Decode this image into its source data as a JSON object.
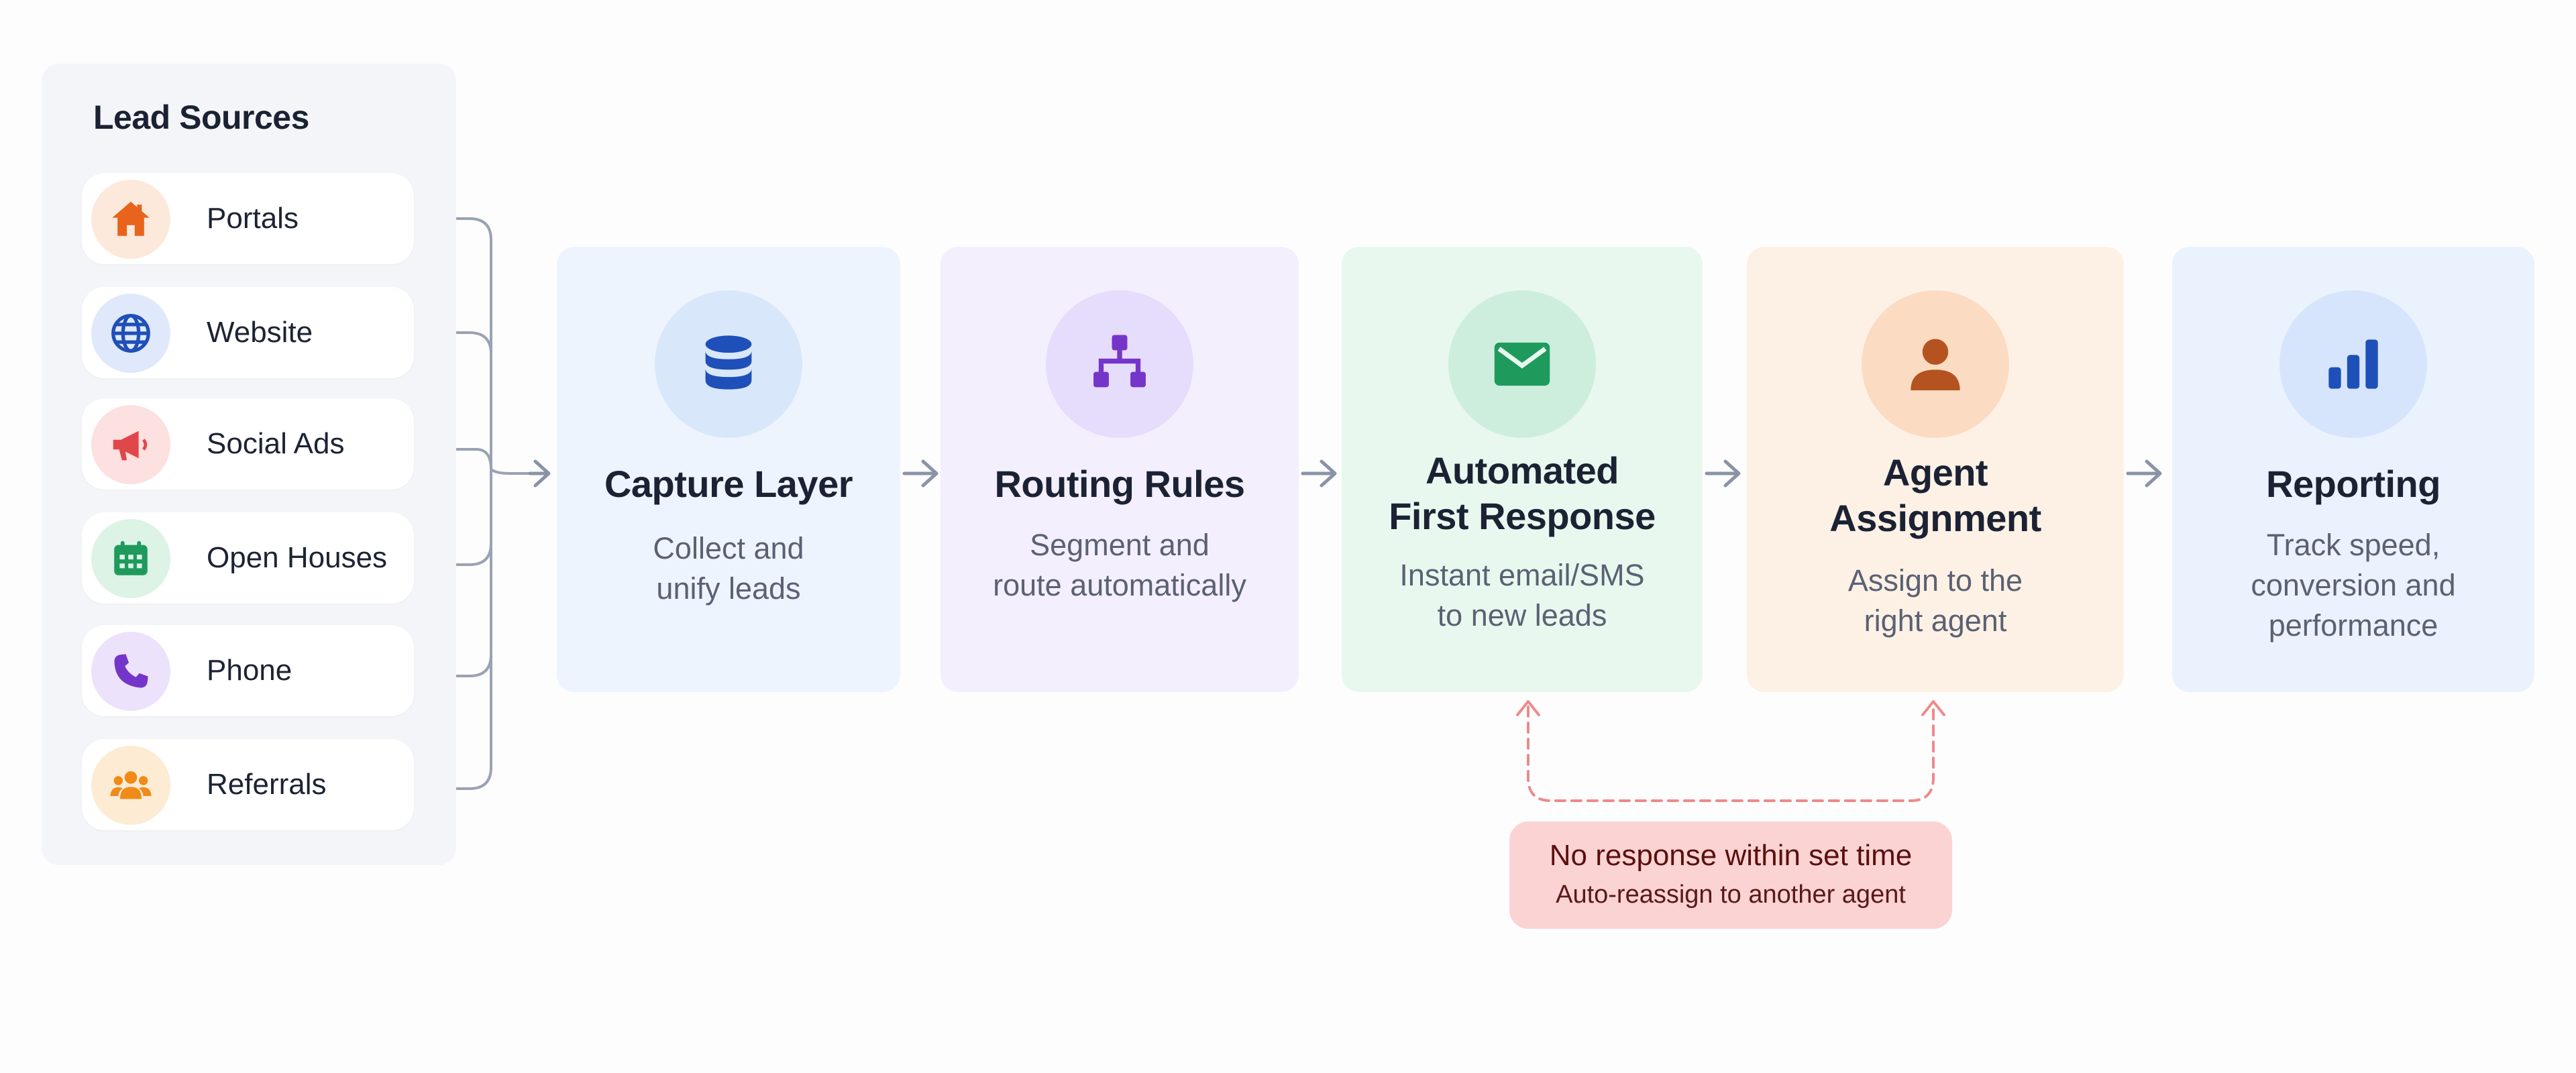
{
  "lead_sources": {
    "title": "Lead Sources",
    "items": [
      {
        "label": "Portals",
        "icon": "home-icon",
        "icon_color": "#e8641c",
        "bg": "#fde9dc"
      },
      {
        "label": "Website",
        "icon": "globe-icon",
        "icon_color": "#1f4fb8",
        "bg": "#dfe9fb"
      },
      {
        "label": "Social Ads",
        "icon": "megaphone-icon",
        "icon_color": "#e0474a",
        "bg": "#fde0e0"
      },
      {
        "label": "Open Houses",
        "icon": "calendar-icon",
        "icon_color": "#1f9a5d",
        "bg": "#dcf3e6"
      },
      {
        "label": "Phone",
        "icon": "phone-icon",
        "icon_color": "#7535c9",
        "bg": "#ece2fb"
      },
      {
        "label": "Referrals",
        "icon": "users-icon",
        "icon_color": "#f08a18",
        "bg": "#fdebd3"
      }
    ]
  },
  "stages": [
    {
      "title": "Capture Layer",
      "desc": "Collect and\nunify leads",
      "icon": "database-icon",
      "icon_color": "#1f4fb8",
      "bg": "#eef4fd",
      "icon_bg": "#d9e7fb"
    },
    {
      "title": "Routing Rules",
      "desc": "Segment and\nroute automatically",
      "icon": "hierarchy-icon",
      "icon_color": "#7535c9",
      "bg": "#f3effd",
      "icon_bg": "#e6dcfb"
    },
    {
      "title": "Automated\nFirst Response",
      "desc": "Instant email/SMS\nto new leads",
      "icon": "mail-icon",
      "icon_color": "#1f9a5d",
      "bg": "#e8f8ef",
      "icon_bg": "#cdeedd"
    },
    {
      "title": "Agent\nAssignment",
      "desc": "Assign to the\nright agent",
      "icon": "user-icon",
      "icon_color": "#b4531f",
      "bg": "#fdf1e6",
      "icon_bg": "#fbdcc2"
    },
    {
      "title": "Reporting",
      "desc": "Track speed,\nconversion and\nperformance",
      "icon": "bar-chart-icon",
      "icon_color": "#1f4fb8",
      "bg": "#eaf2fd",
      "icon_bg": "#d6e5fb"
    }
  ],
  "reassign": {
    "title": "No response within set time",
    "subtitle": "Auto-reassign to another agent"
  },
  "colors": {
    "connector": "#8a93a6",
    "reassign_line": "#ee8a8a",
    "alert_bg": "#fbd3d3"
  }
}
